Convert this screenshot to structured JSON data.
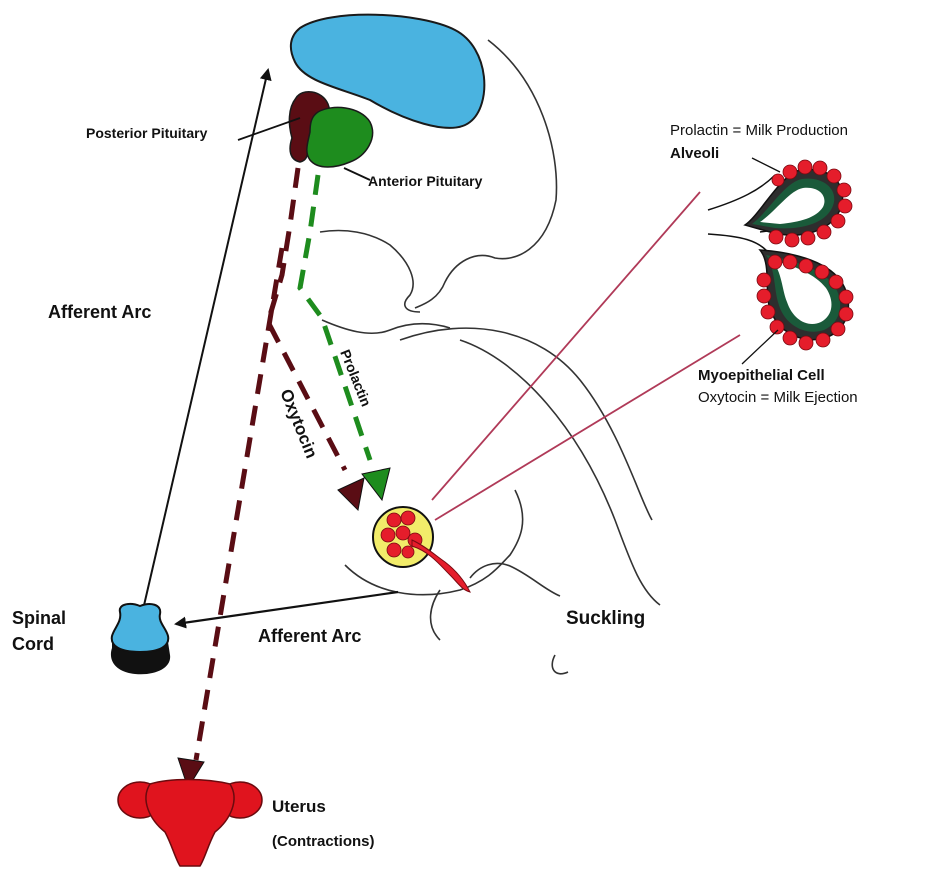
{
  "labels": {
    "posterior_pituitary": "Posterior Pituitary",
    "anterior_pituitary": "Anterior Pituitary",
    "prolactin_title": "Prolactin = Milk Production",
    "alveoli": "Alveoli",
    "afferent_arc_left": "Afferent Arc",
    "prolactin_path": "Prolactin",
    "oxytocin_path": "Oxytocin",
    "myoepithelial_cell": "Myoepithelial Cell",
    "oxytocin_effect": "Oxytocin = Milk Ejection",
    "spinal_cord_line1": "Spinal",
    "spinal_cord_line2": "Cord",
    "afferent_arc_bottom": "Afferent Arc",
    "suckling": "Suckling",
    "uterus": "Uterus",
    "contractions": "(Contractions)"
  },
  "colors": {
    "brain": "#4ab3e0",
    "posterior_pituitary": "#5a0d14",
    "anterior_pituitary": "#1e8c1e",
    "oxytocin_path": "#5a0d14",
    "prolactin_path": "#1e8c1e",
    "uterus": "#e0141e",
    "alveoli_cells": "#e51d2b",
    "nerve_lines": "#b03a58",
    "outline": "#222222"
  }
}
